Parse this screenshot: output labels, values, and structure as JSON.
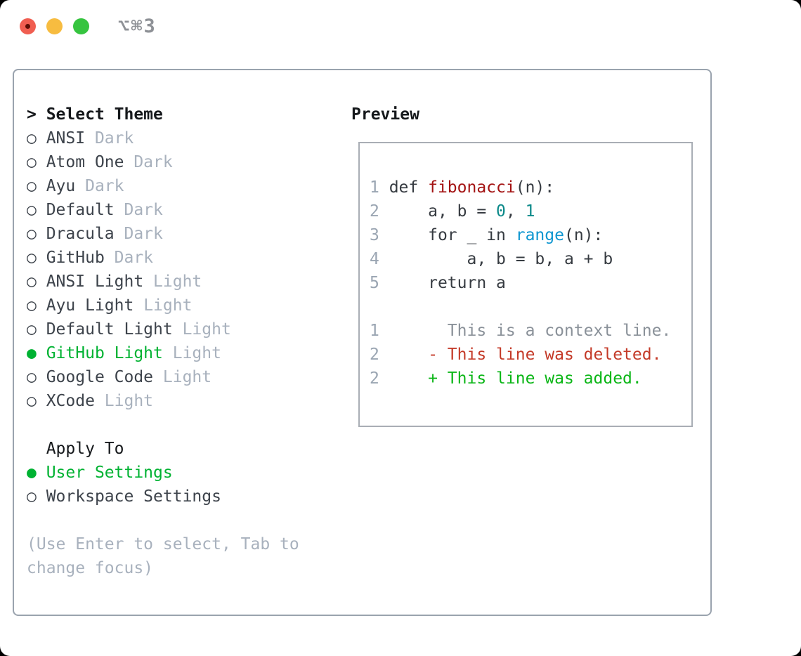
{
  "window": {
    "title": "⌥⌘3"
  },
  "radio_glyphs": {
    "selected": "●",
    "unselected": "○"
  },
  "theme_picker": {
    "header_prefix": ">",
    "header": "Select Theme",
    "items": [
      {
        "name": "ANSI",
        "variant": "Dark",
        "selected": false
      },
      {
        "name": "Atom One",
        "variant": "Dark",
        "selected": false
      },
      {
        "name": "Ayu",
        "variant": "Dark",
        "selected": false
      },
      {
        "name": "Default",
        "variant": "Dark",
        "selected": false
      },
      {
        "name": "Dracula",
        "variant": "Dark",
        "selected": false
      },
      {
        "name": "GitHub",
        "variant": "Dark",
        "selected": false
      },
      {
        "name": "ANSI Light",
        "variant": "Light",
        "selected": false
      },
      {
        "name": "Ayu Light",
        "variant": "Light",
        "selected": false
      },
      {
        "name": "Default Light",
        "variant": "Light",
        "selected": false
      },
      {
        "name": "GitHub Light",
        "variant": "Light",
        "selected": true
      },
      {
        "name": "Google Code",
        "variant": "Light",
        "selected": false
      },
      {
        "name": "XCode",
        "variant": "Light",
        "selected": false
      }
    ]
  },
  "apply_to": {
    "header": "Apply To",
    "options": [
      {
        "label": "User Settings",
        "selected": true
      },
      {
        "label": "Workspace Settings",
        "selected": false
      }
    ]
  },
  "help_lines": [
    "(Use Enter to select, Tab to",
    "change focus)"
  ],
  "preview": {
    "header": "Preview",
    "code_lines": [
      {
        "num": "1",
        "tokens": [
          {
            "text": "def ",
            "style": "code"
          },
          {
            "text": "fibonacci",
            "style": "function"
          },
          {
            "text": "(n):",
            "style": "code"
          }
        ]
      },
      {
        "num": "2",
        "tokens": [
          {
            "text": "    a, b = ",
            "style": "code"
          },
          {
            "text": "0",
            "style": "number"
          },
          {
            "text": ", ",
            "style": "code"
          },
          {
            "text": "1",
            "style": "number"
          }
        ]
      },
      {
        "num": "3",
        "tokens": [
          {
            "text": "    for _ in ",
            "style": "code"
          },
          {
            "text": "range",
            "style": "builtin"
          },
          {
            "text": "(n):",
            "style": "code"
          }
        ]
      },
      {
        "num": "4",
        "tokens": [
          {
            "text": "        a, b = b, a + b",
            "style": "code"
          }
        ]
      },
      {
        "num": "5",
        "tokens": [
          {
            "text": "    return a",
            "style": "code"
          }
        ]
      }
    ],
    "diff_lines": [
      {
        "num": "1",
        "tokens": [
          {
            "text": "      This is a context line.",
            "style": "context"
          }
        ]
      },
      {
        "num": "2",
        "tokens": [
          {
            "text": "    - This line was deleted.",
            "style": "deletion"
          }
        ]
      },
      {
        "num": "2",
        "tokens": [
          {
            "text": "    + This line was added.",
            "style": "addition"
          }
        ]
      }
    ]
  },
  "colors": {
    "accent_green": "#00b232",
    "deletion_red": "#c43a28",
    "addition_green": "#0ab616",
    "number_teal": "#0b8989",
    "builtin_blue": "#0e96d0",
    "function_red": "#a31212",
    "code_text": "#363b41",
    "header_black": "#15181b",
    "item_text": "#3d434b",
    "muted_gray": "#a8b1bd",
    "line_number_gray": "#9aa5b2",
    "context_gray": "#8a9199",
    "panel_border": "#9aa3ae",
    "preview_border": "#a9aeb5",
    "window_title_gray": "#8e9196",
    "traffic_red": "#f05e51",
    "traffic_red_dot": "#5d0d04",
    "traffic_yellow": "#f7bc40",
    "traffic_green": "#36c43f"
  }
}
